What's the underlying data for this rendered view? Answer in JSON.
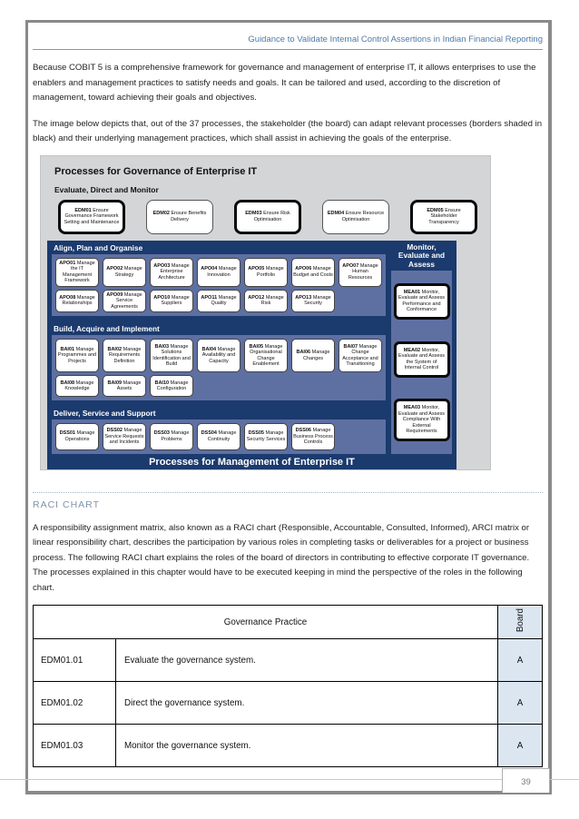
{
  "header": {
    "title": "Guidance to Validate Internal Control Assertions in Indian Financial Reporting"
  },
  "intro": {
    "p1": "Because COBIT 5 is a comprehensive framework for governance and management of enterprise IT, it allows enterprises to use the enablers and management practices to satisfy needs and goals. It can be tailored and used, according to the discretion of management, toward achieving their goals and objectives.",
    "p2": "The image below depicts that, out of the 37 processes, the stakeholder (the board) can adapt relevant processes (borders shaded in black) and their underlying management practices, which shall assist in achieving the goals of the enterprise."
  },
  "diagram": {
    "title": "Processes for Governance of Enterprise IT",
    "edm_title": "Evaluate, Direct and Monitor",
    "banner": "Processes for Management of Enterprise IT",
    "edm": [
      {
        "code": "EDM01",
        "label": "Ensure Governance Framework Setting and Maintenance",
        "bold_border": true
      },
      {
        "code": "EDM02",
        "label": "Ensure Benefits Delivery",
        "bold_border": false
      },
      {
        "code": "EDM03",
        "label": "Ensure Risk Optimisation",
        "bold_border": true
      },
      {
        "code": "EDM04",
        "label": "Ensure Resource Optimisation",
        "bold_border": false
      },
      {
        "code": "EDM05",
        "label": "Ensure Stakeholder Transparency",
        "bold_border": true
      }
    ],
    "apo": {
      "title": "Align, Plan and Organise",
      "row1": [
        {
          "code": "APO01",
          "label": "Manage the IT Management Framework"
        },
        {
          "code": "APO02",
          "label": "Manage Strategy"
        },
        {
          "code": "APO03",
          "label": "Manage Enterprise Architecture"
        },
        {
          "code": "APO04",
          "label": "Manage Innovation"
        },
        {
          "code": "APO05",
          "label": "Manage Portfolio"
        },
        {
          "code": "APO06",
          "label": "Manage Budget and Costs"
        },
        {
          "code": "APO07",
          "label": "Manage Human Resources"
        }
      ],
      "row2": [
        {
          "code": "APO08",
          "label": "Manage Relationships"
        },
        {
          "code": "APO09",
          "label": "Manage Service Agreements"
        },
        {
          "code": "APO10",
          "label": "Manage Suppliers"
        },
        {
          "code": "APO11",
          "label": "Manage Quality"
        },
        {
          "code": "APO12",
          "label": "Manage Risk"
        },
        {
          "code": "APO13",
          "label": "Manage Security"
        }
      ]
    },
    "bai": {
      "title": "Build, Acquire and Implement",
      "row1": [
        {
          "code": "BAI01",
          "label": "Manage Programmes and Projects"
        },
        {
          "code": "BAI02",
          "label": "Manage Requirements Definition"
        },
        {
          "code": "BAI03",
          "label": "Manage Solutions Identification and Build"
        },
        {
          "code": "BAI04",
          "label": "Manage Availability and Capacity"
        },
        {
          "code": "BAI05",
          "label": "Manage Organisational Change Enablement"
        },
        {
          "code": "BAI06",
          "label": "Manage Changes"
        },
        {
          "code": "BAI07",
          "label": "Manage Change Acceptance and Transitioning"
        }
      ],
      "row2": [
        {
          "code": "BAI08",
          "label": "Manage Knowledge"
        },
        {
          "code": "BAI09",
          "label": "Manage Assets"
        },
        {
          "code": "BAI10",
          "label": "Manage Configuration"
        }
      ]
    },
    "dss": {
      "title": "Deliver, Service and Support",
      "row1": [
        {
          "code": "DSS01",
          "label": "Manage Operations"
        },
        {
          "code": "DSS02",
          "label": "Manage Service Requests and Incidents"
        },
        {
          "code": "DSS03",
          "label": "Manage Problems"
        },
        {
          "code": "DSS04",
          "label": "Manage Continuity"
        },
        {
          "code": "DSS05",
          "label": "Manage Security Services"
        },
        {
          "code": "DSS06",
          "label": "Manage Business Process Controls"
        }
      ]
    },
    "mea": {
      "title": "Monitor, Evaluate and Assess",
      "boxes": [
        {
          "code": "MEA01",
          "label": "Monitor, Evaluate and Assess Performance and Conformance",
          "bold_border": true
        },
        {
          "code": "MEA02",
          "label": "Monitor, Evaluate and Assess the System of Internal Control",
          "bold_border": true
        },
        {
          "code": "MEA03",
          "label": "Monitor, Evaluate and Assess Compliance With External Requirements",
          "bold_border": true
        }
      ]
    },
    "colors": {
      "navy": "#1b3a6d",
      "slate": "#5e70a2",
      "panel_gray": "#d4d5d7"
    }
  },
  "raci": {
    "heading": "RACI CHART",
    "paragraph": "A responsibility assignment matrix, also known as a RACI chart (Responsible, Accountable, Consulted, Informed), ARCI matrix or linear responsibility chart, describes the participation by various roles in completing tasks or deliverables for a project or business process. The following RACI chart explains the roles of the board of directors in contributing to effective corporate IT governance. The processes explained in this chapter would have to be executed keeping in mind the perspective of the roles in the following chart.",
    "table": {
      "practice_header": "Governance Practice",
      "board_header": "Board",
      "rows": [
        {
          "id": "EDM01.01",
          "practice": "Evaluate the governance system.",
          "board": "A"
        },
        {
          "id": "EDM01.02",
          "practice": "Direct the governance system.",
          "board": "A"
        },
        {
          "id": "EDM01.03",
          "practice": "Monitor the governance system.",
          "board": "A"
        }
      ]
    }
  },
  "footer": {
    "page_number": "39",
    "accent_colors": {
      "header_blue": "#4f7ba7",
      "raci_heading": "#7d94aa",
      "table_band": "#dce6f1"
    }
  }
}
